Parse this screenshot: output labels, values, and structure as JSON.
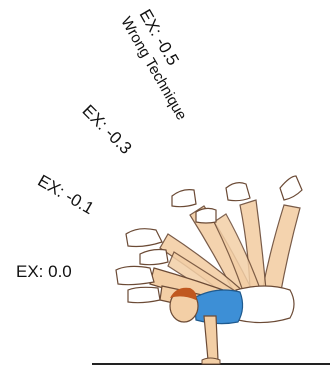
{
  "labels": {
    "ex_0": "EX: 0.0",
    "ex_1": "EX: -0.1",
    "ex_3": "EX: -0.3",
    "ex_5": "EX: -0.5",
    "wrong": "Wrong Technique"
  },
  "colors": {
    "skin": "#f3cfa6",
    "skin_outline": "#6b4a35",
    "shirt": "#3d8fd6",
    "hair": "#c0581f",
    "floor": "#222222",
    "sock": "#ffffff"
  }
}
